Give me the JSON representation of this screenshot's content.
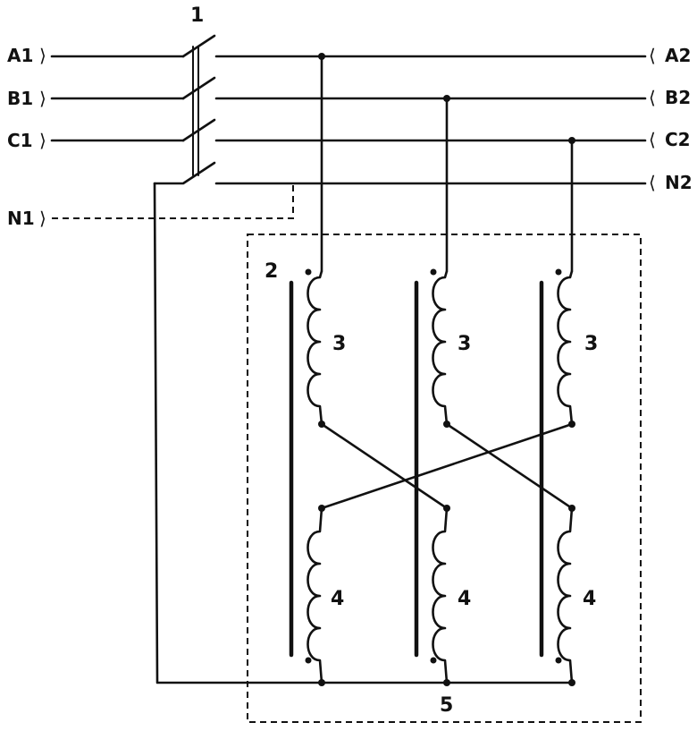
{
  "terminals_left": [
    "A1",
    "B1",
    "C1",
    "N1"
  ],
  "terminals_right": [
    "A2",
    "B2",
    "C2",
    "N2"
  ],
  "left_connector_glyph": "⟩",
  "right_connector_glyph": "⟨",
  "numbers": {
    "switch": "1",
    "core": "2",
    "upper_winding": "3",
    "lower_winding": "4",
    "neutral_bus": "5"
  }
}
